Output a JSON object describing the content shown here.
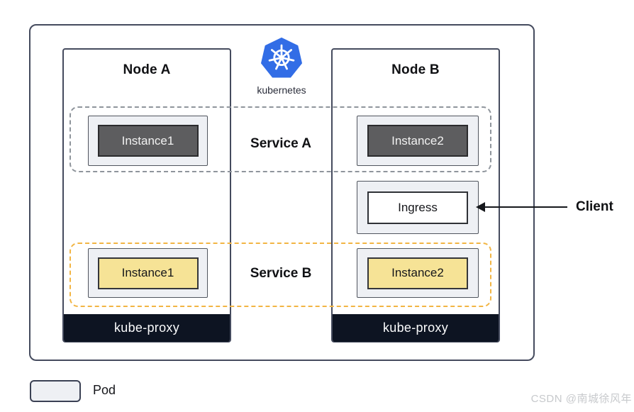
{
  "logo": {
    "label": "kubernetes",
    "color": "#326de6"
  },
  "nodes": [
    {
      "title": "Node A",
      "kube_proxy": "kube-proxy"
    },
    {
      "title": "Node B",
      "kube_proxy": "kube-proxy"
    }
  ],
  "services": [
    {
      "label": "Service A",
      "dash_color": "#8f959c",
      "instance_color": "#5d5d5f",
      "instances": [
        {
          "label": "Instance1"
        },
        {
          "label": "Instance2"
        }
      ]
    },
    {
      "label": "Service B",
      "dash_color": "#f2b544",
      "instance_color": "#f6e396",
      "instances": [
        {
          "label": "Instance1"
        },
        {
          "label": "Instance2"
        }
      ]
    }
  ],
  "ingress": {
    "label": "Ingress"
  },
  "client": {
    "label": "Client"
  },
  "legend": {
    "pod_label": "Pod"
  },
  "watermark": "CSDN @南城徐风年",
  "colors": {
    "border": "#454b5e",
    "pod_fill": "#eef0f4",
    "kube_proxy_fill": "#0d1422",
    "kubernetes_blue": "#326de6"
  }
}
